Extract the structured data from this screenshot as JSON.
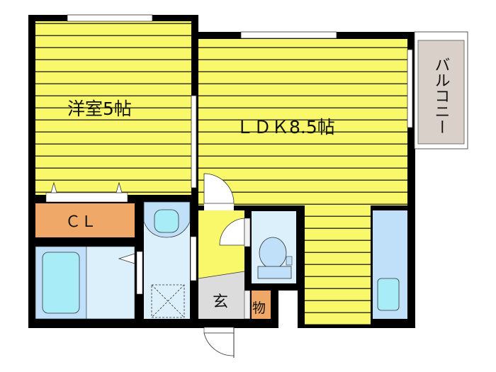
{
  "rooms": {
    "western_room": {
      "label": "洋室5帖"
    },
    "ldk": {
      "label": "ＬＤＫ8.5帖"
    },
    "closet": {
      "label": "ＣＬ"
    },
    "entrance": {
      "label": "玄"
    },
    "storage": {
      "label": "物"
    },
    "balcony": {
      "label": "バルコニー"
    }
  },
  "colors": {
    "floor_yellow": "#f8f86a",
    "stripe": "#3a3a20",
    "wall": "#000000",
    "closet_orange": "#f0a868",
    "wet_blue": "#bfe0f8",
    "wet_light": "#dcf0fc",
    "fixture": "#a8ecf8",
    "entrance_gray": "#dcdcdc",
    "balcony_gray": "#d9d1c9"
  }
}
